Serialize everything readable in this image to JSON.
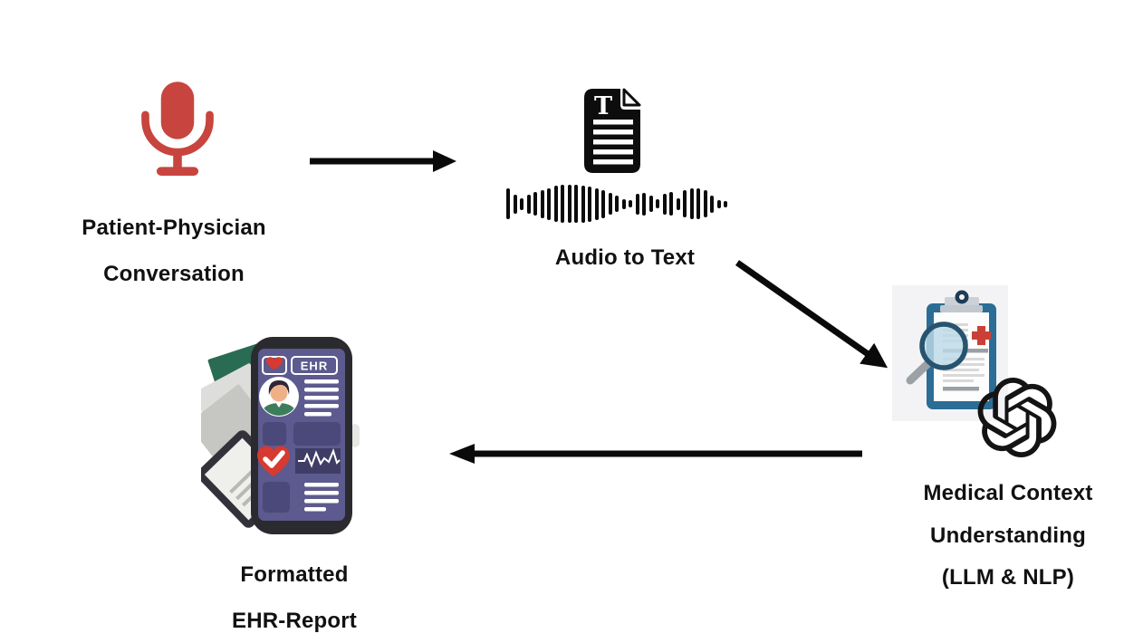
{
  "diagram": {
    "nodes": {
      "conversation": {
        "lines": [
          "Patient-Physician",
          "Conversation"
        ],
        "icon": "microphone-icon"
      },
      "audio_to_text": {
        "label": "Audio to Text",
        "document_letter": "T",
        "icons": [
          "text-document-icon",
          "audio-waveform-icon"
        ]
      },
      "medical_context": {
        "lines": [
          "Medical Context",
          "Understanding",
          "(LLM & NLP)"
        ],
        "icons": [
          "medical-clipboard-icon",
          "openai-logo-icon"
        ]
      },
      "ehr_report": {
        "lines": [
          "Formatted",
          "EHR-Report"
        ],
        "phone_app_label": "EHR",
        "icon": "ehr-phone-icon"
      }
    },
    "waveform_heights": [
      0.82,
      0.5,
      0.3,
      0.5,
      0.62,
      0.74,
      0.84,
      0.95,
      1,
      1,
      1,
      0.97,
      0.92,
      0.84,
      0.74,
      0.58,
      0.42,
      0.26,
      0.2,
      0.55,
      0.6,
      0.44,
      0.24,
      0.55,
      0.62,
      0.3,
      0.72,
      0.8,
      0.8,
      0.72,
      0.45,
      0.22,
      0.16
    ],
    "colors": {
      "arrow_black": "#0a0a0a",
      "text_black": "#111111",
      "microphone_red": "#c7453e",
      "clipboard_blue": "#2c6d96",
      "cross_red": "#cb4036",
      "magnifier_lens_blue": "#bcd9e6",
      "openai_black": "#141414",
      "phone_body_black": "#2b2a2e",
      "phone_screen_purple": "#5c5a8e",
      "phone_panel_purple": "#4b4979",
      "heart_red": "#d63a31",
      "paper_green": "#2a6b53"
    }
  }
}
